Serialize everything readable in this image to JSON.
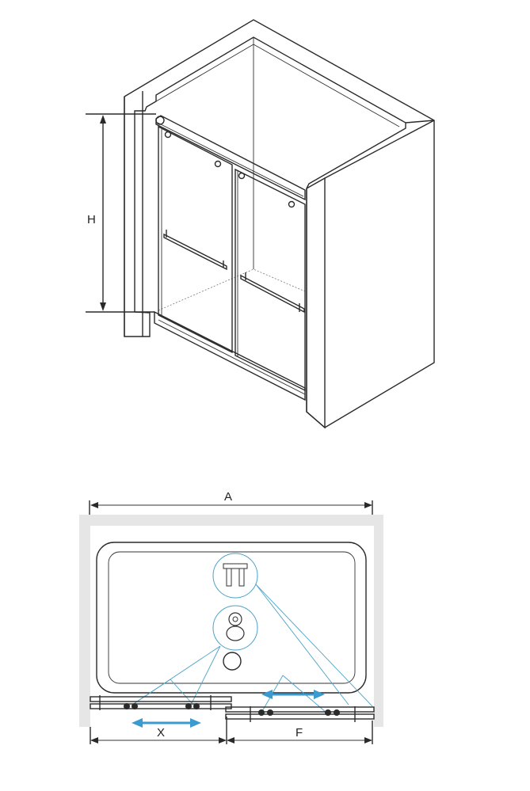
{
  "labels": {
    "height": "H",
    "width_total": "A",
    "left_panel": "X",
    "right_panel": "F"
  },
  "colors": {
    "line": "#2a2a2a",
    "wall_fill": "#e6e6e6",
    "accent": "#3a9bd0",
    "callout": "#4aa3c8"
  },
  "icons": [
    "roller-detail-icon",
    "wheel-detail-icon"
  ]
}
